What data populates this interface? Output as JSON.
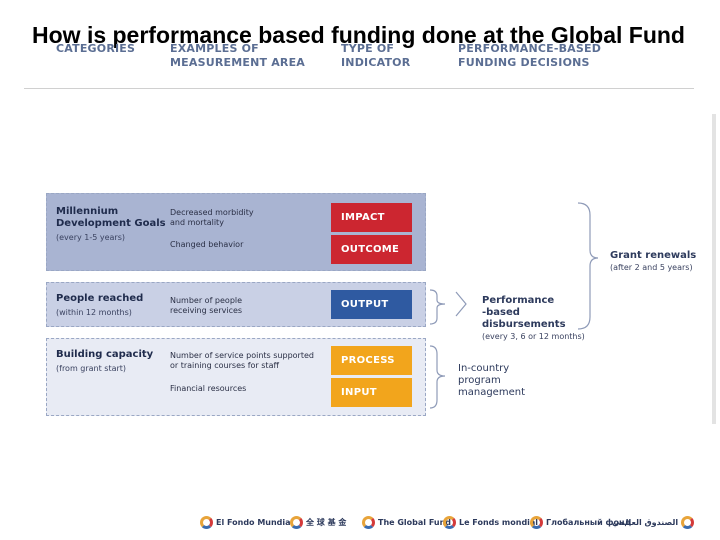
{
  "title": "How is performance based funding done at the Global Fund",
  "headers": {
    "categories": [
      "CATEGORIES"
    ],
    "examples": [
      "EXAMPLES OF",
      "MEASUREMENT AREA"
    ],
    "indicator": [
      "TYPE OF",
      "INDICATOR"
    ],
    "decisions": [
      "PERFORMANCE-BASED",
      "FUNDING DECISIONS"
    ]
  },
  "categories": {
    "mdg": {
      "name": [
        "Millennium",
        "Development Goals"
      ],
      "note": "(every 1-5 years)"
    },
    "people": {
      "name": [
        "People reached"
      ],
      "note": "(within 12 months)"
    },
    "building": {
      "name": [
        "Building capacity"
      ],
      "note": "(from grant start)"
    }
  },
  "areas": {
    "morbidity": [
      "Decreased morbidity",
      "and mortality"
    ],
    "behavior": [
      "Changed behavior"
    ],
    "receiving": [
      "Number of people",
      "receiving services"
    ],
    "service_points": [
      "Number of service points supported",
      "or training courses for staff"
    ],
    "financial": [
      "Financial resources"
    ]
  },
  "indicators": {
    "impact": "IMPACT",
    "outcome": "OUTCOME",
    "output": "OUTPUT",
    "process": "PROCESS",
    "input": "INPUT"
  },
  "decisions": {
    "grant_renewals": {
      "label": "Grant renewals",
      "note": "(after 2 and 5 years)"
    },
    "performance": {
      "label": [
        "Performance",
        "-based",
        "disbursements"
      ],
      "note": "(every 3, 6 or 12 months)"
    },
    "in_country": {
      "label": [
        "In-country",
        "program",
        "management"
      ]
    }
  },
  "footer_logos": [
    "El Fondo Mundial",
    "全 球 基 金",
    "The Global Fund",
    "Le Fonds mondial",
    "Глобальный фонд",
    "الصندوق العالمي"
  ],
  "colors": {
    "impact": "#cc2630",
    "outcome": "#cc2630",
    "output": "#2f5aa1",
    "process": "#f2a51c",
    "input": "#f2a51c",
    "header_text": "#5b6e93"
  }
}
